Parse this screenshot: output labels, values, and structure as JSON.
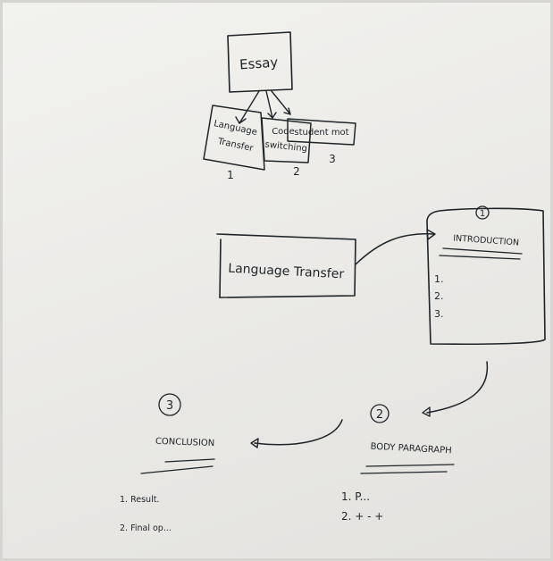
{
  "diagram": {
    "top": {
      "essay": "Essay",
      "options": [
        {
          "label_lines": [
            "Language",
            "Transfer"
          ],
          "number": "1"
        },
        {
          "label_lines": [
            "Code",
            "switching"
          ],
          "number": "2"
        },
        {
          "label_lines": [
            "student mot"
          ],
          "number": "3"
        }
      ]
    },
    "topic_box": "Language Transfer",
    "introduction": {
      "number": "1",
      "title": "INTRODUCTION",
      "items": [
        "1.",
        "2.",
        "3."
      ]
    },
    "body": {
      "number": "2",
      "title": "BODY PARAGRAPH",
      "items": [
        "1. P...",
        "2. + - +"
      ]
    },
    "conclusion": {
      "number": "3",
      "title": "CONCLUSION",
      "items": [
        "1. Result.",
        "2. Final op..."
      ]
    }
  }
}
